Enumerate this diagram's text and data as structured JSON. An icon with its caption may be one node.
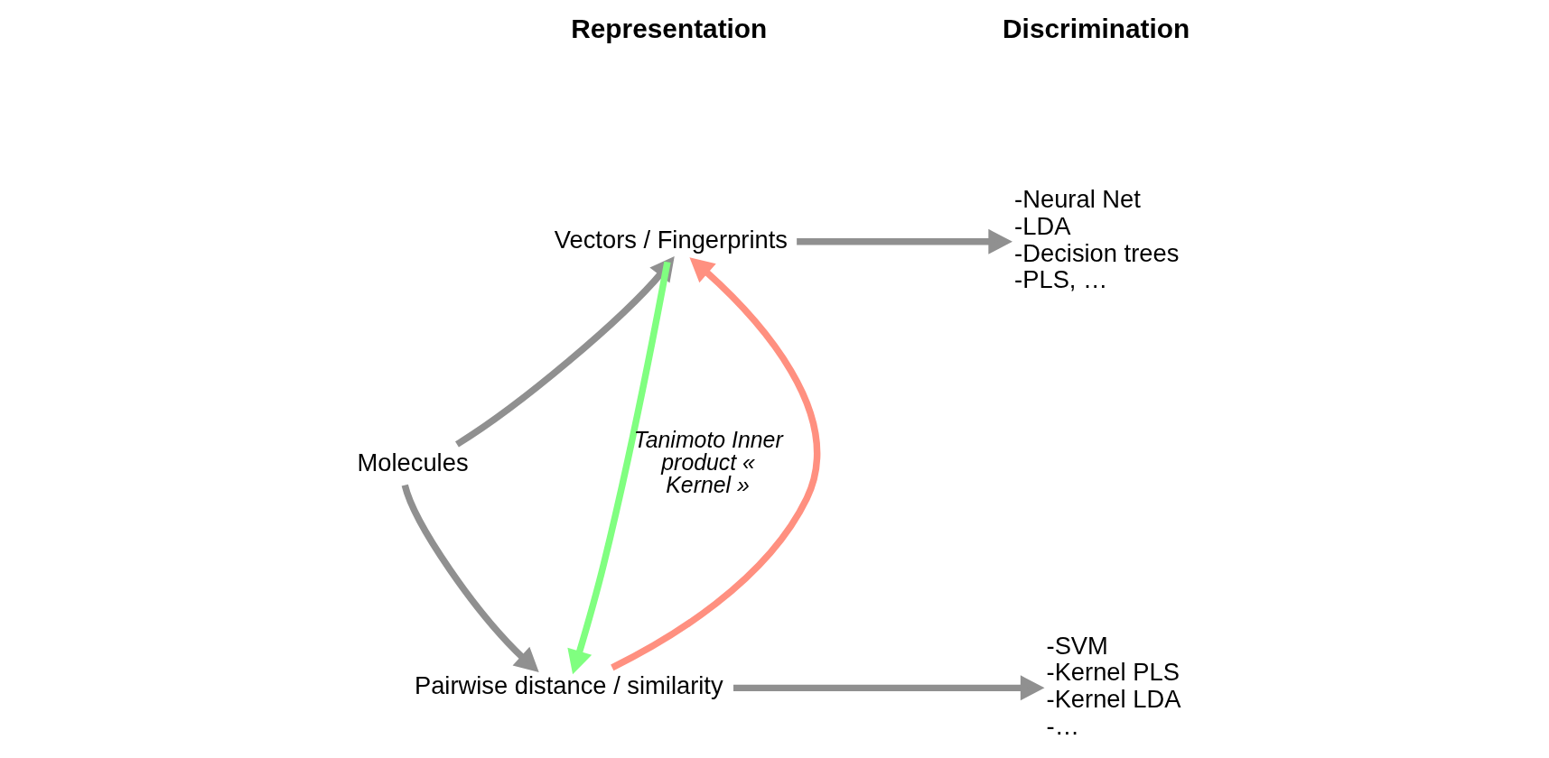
{
  "diagram": {
    "nodes": [
      {
        "text": [
          "Molecules"
        ]
      },
      {
        "text": [
          "Vectors / Fingerprints"
        ]
      },
      {
        "text": [
          "Pairwise distance / similarity"
        ]
      },
      {
        "text": [
          "-Neural Net",
          "-LDA",
          "-Decision trees",
          "-PLS, …"
        ]
      },
      {
        "text": [
          "-SVM",
          "-Kernel PLS",
          "-Kernel LDA",
          "-…"
        ]
      }
    ],
    "edges": [
      {
        "from": 0,
        "to": 1,
        "arrow": "to"
      },
      {
        "from": 0,
        "to": 2,
        "arrow": "to"
      },
      {
        "from": 1,
        "to": 3,
        "arrow": "to"
      },
      {
        "from": 2,
        "to": 4,
        "arrow": "to"
      },
      {
        "from": 1,
        "to": 2,
        "arrow": "to",
        "label": "Tanimoto Inner product « Kernel »",
        "color": "#80ff80"
      },
      {
        "from": 2,
        "to": 1,
        "arrow": "to",
        "color": "#ff9080"
      }
    ],
    "labels": [
      "Representation",
      "Discrimination"
    ]
  }
}
